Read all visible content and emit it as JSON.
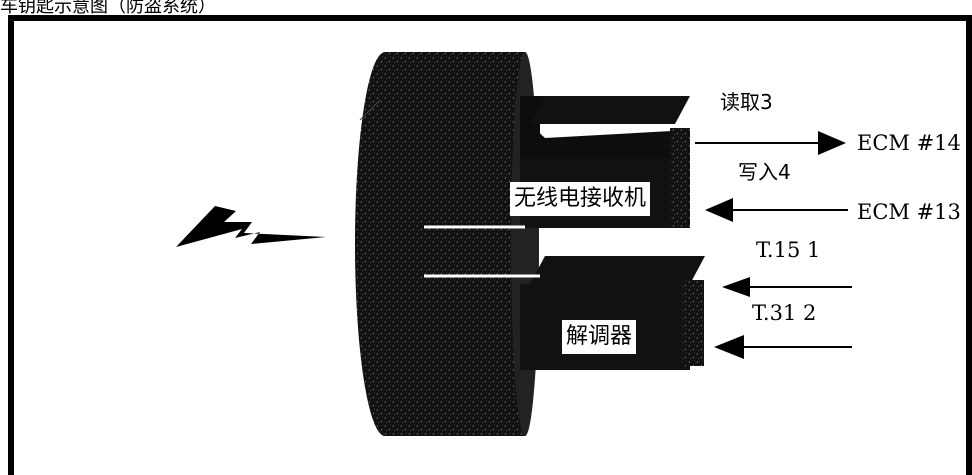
{
  "header_fragment": "车钥匙示意图（防盗系统）",
  "blocks": {
    "receiver": "无线电接收机",
    "demodulator": "解调器"
  },
  "signals": {
    "read": {
      "label": "读取3",
      "target": "ECM #14"
    },
    "write": {
      "label": "写入4",
      "source": "ECM #13"
    },
    "t15": {
      "label": "T.15 1"
    },
    "t31": {
      "label": "T.31 2"
    }
  },
  "icons": {
    "lightning": "lightning-bolt-icon",
    "coil": "coil-cylinder-icon"
  }
}
